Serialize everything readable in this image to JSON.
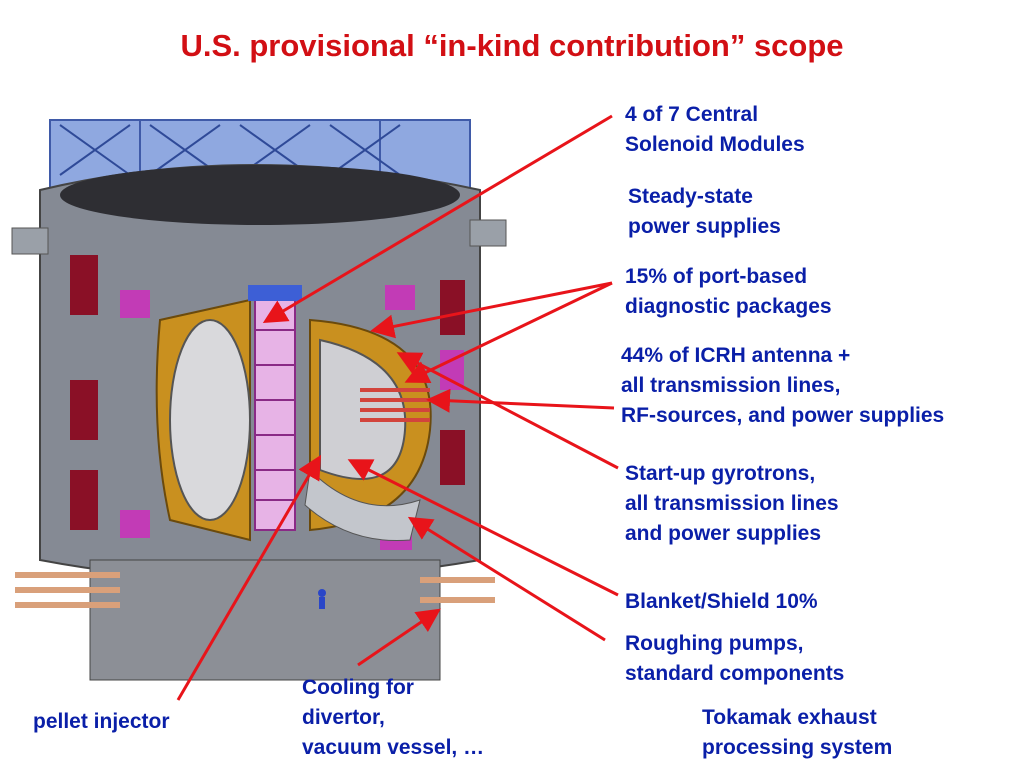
{
  "title": "U.S. provisional “in-kind contribution” scope",
  "labels": {
    "central_solenoid": "4 of 7 Central\nSolenoid Modules",
    "steady_state": "Steady-state\npower supplies",
    "diagnostics": "15% of port-based\ndiagnostic packages",
    "icrh": "44% of ICRH antenna +\nall transmission lines,\nRF-sources, and power supplies",
    "gyrotrons": "Start-up gyrotrons,\nall transmission lines\nand power supplies",
    "blanket": "Blanket/Shield 10%",
    "roughing": "Roughing pumps,\nstandard components",
    "exhaust": "Tokamak exhaust\nprocessing system",
    "cooling": "Cooling for\ndivertor,\nvacuum vessel, …",
    "pellet": "pellet injector"
  },
  "colors": {
    "title": "#d20f14",
    "label": "#0a1fa8",
    "arrow": "#e8141a",
    "vessel": "#7a7f8a",
    "frame": "#6f8fd6",
    "coil": "#c9901f",
    "magenta": "#c23bb6",
    "red_panel": "#8a1026"
  }
}
